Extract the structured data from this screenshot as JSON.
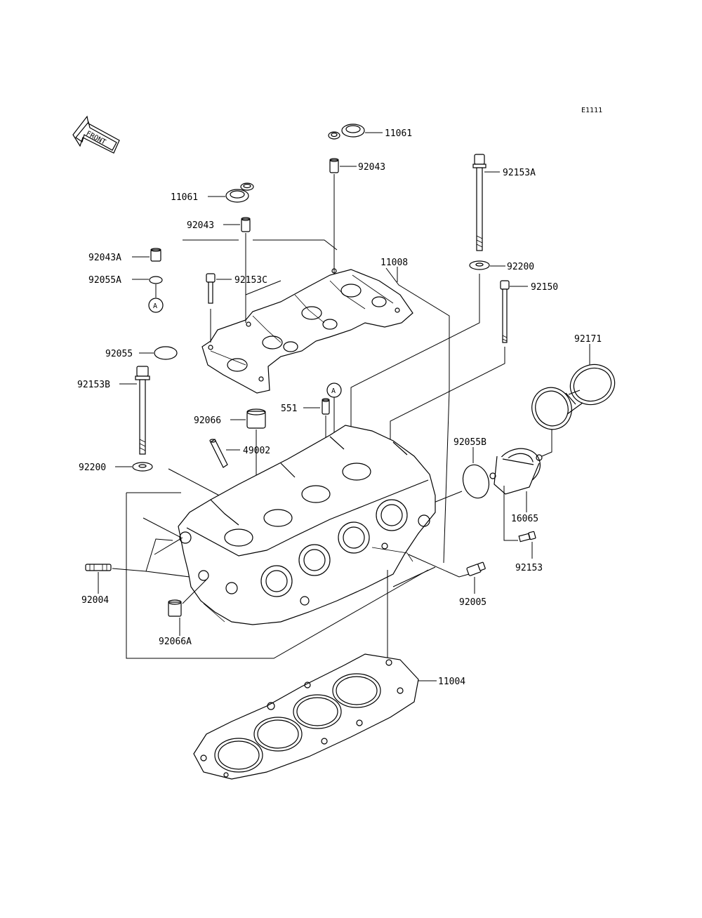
{
  "diagram_code": "E1111",
  "front_label": "FRONT",
  "ref_marker": "A",
  "parts": {
    "p11061_top": "11061",
    "p92043_top": "92043",
    "p11061_left": "11061",
    "p92043_left": "92043",
    "p92043A": "92043A",
    "p92055A": "92055A",
    "p92153C": "92153C",
    "p11008": "11008",
    "p92153A": "92153A",
    "p92200_right": "92200",
    "p92150": "92150",
    "p92171": "92171",
    "p92055": "92055",
    "p92153B": "92153B",
    "p551": "551",
    "p92066": "92066",
    "p49002": "49002",
    "p92055B": "92055B",
    "p92200_left": "92200",
    "p16065": "16065",
    "p92153": "92153",
    "p92004": "92004",
    "p92005": "92005",
    "p92066A": "92066A",
    "p11004": "11004"
  }
}
